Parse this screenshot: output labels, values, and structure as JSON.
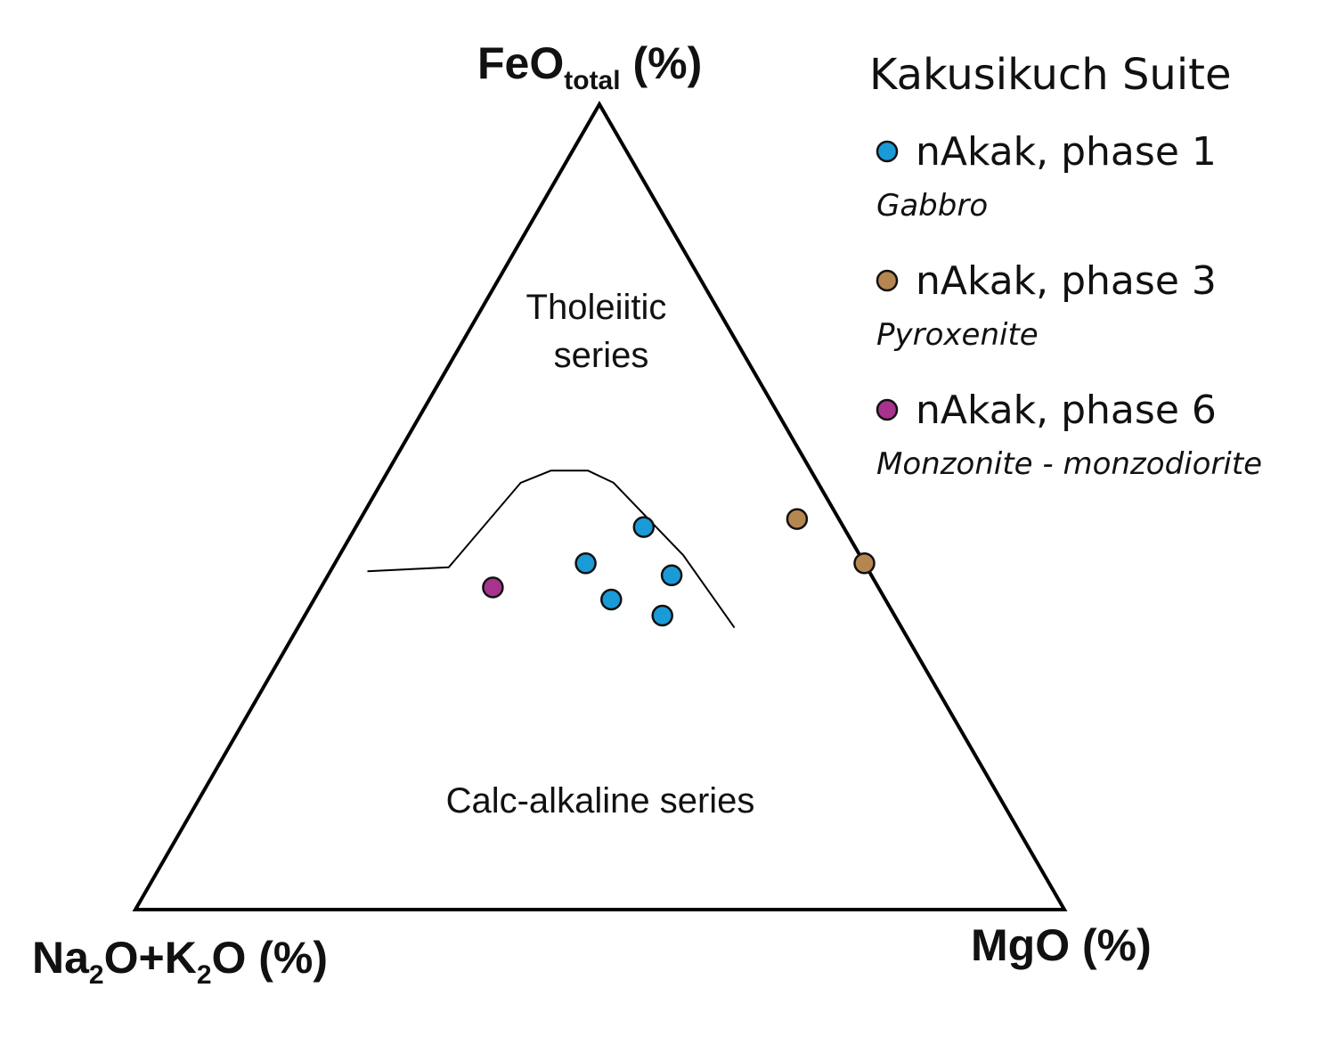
{
  "chart_data": {
    "type": "scatter",
    "subtype": "ternary-AFM",
    "apices": {
      "top": {
        "main": "FeO",
        "sub": "total",
        "suffix": " (%)"
      },
      "left": {
        "p1": "Na",
        "s1": "2",
        "p2": "O+K",
        "s2": "2",
        "p3": "O (%)"
      },
      "right": {
        "main": "MgO (%)"
      }
    },
    "fields": [
      {
        "name": "tholeiitic",
        "lines": [
          "Tholeiitic",
          "series"
        ]
      },
      {
        "name": "calc-alkaline",
        "lines": [
          "Calc-alkaline series"
        ]
      }
    ],
    "boundary_line": [
      {
        "F": 0.42,
        "A": 0.54,
        "M": 0.04
      },
      {
        "F": 0.425,
        "A": 0.45,
        "M": 0.125
      },
      {
        "F": 0.53,
        "A": 0.32,
        "M": 0.15
      },
      {
        "F": 0.545,
        "A": 0.28,
        "M": 0.175
      },
      {
        "F": 0.545,
        "A": 0.24,
        "M": 0.215
      },
      {
        "F": 0.53,
        "A": 0.22,
        "M": 0.25
      },
      {
        "F": 0.44,
        "A": 0.19,
        "M": 0.37
      },
      {
        "F": 0.35,
        "A": 0.18,
        "M": 0.47
      }
    ],
    "legend_title": "Kakusikuch Suite",
    "series": [
      {
        "name": "nAkak, phase 1",
        "rock": "Gabbro",
        "color": "#1a9bd7",
        "points": [
          {
            "F": 0.475,
            "A": 0.215,
            "M": 0.31
          },
          {
            "F": 0.43,
            "A": 0.3,
            "M": 0.27
          },
          {
            "F": 0.415,
            "A": 0.215,
            "M": 0.37
          },
          {
            "F": 0.385,
            "A": 0.295,
            "M": 0.32
          },
          {
            "F": 0.365,
            "A": 0.25,
            "M": 0.385
          }
        ]
      },
      {
        "name": "nAkak, phase 3",
        "rock": "Pyroxenite",
        "color": "#b68651",
        "points": [
          {
            "F": 0.485,
            "A": 0.045,
            "M": 0.47
          },
          {
            "F": 0.43,
            "A": 0.0,
            "M": 0.57
          }
        ]
      },
      {
        "name": "nAkak, phase 6",
        "rock": "Monzonite - monzodiorite",
        "color": "#a8338f",
        "points": [
          {
            "F": 0.4,
            "A": 0.415,
            "M": 0.185
          }
        ]
      }
    ]
  }
}
